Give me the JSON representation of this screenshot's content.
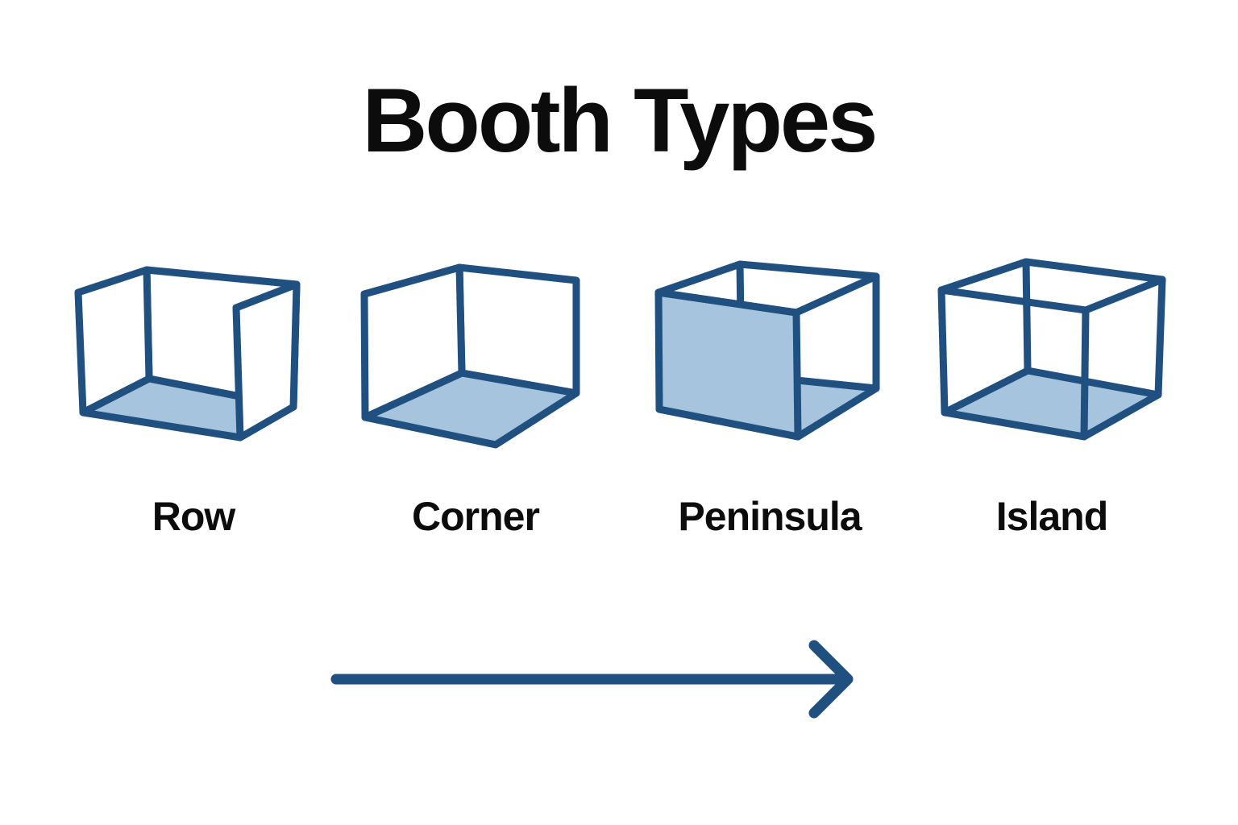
{
  "title": "Booth Types",
  "booths": [
    {
      "label": "Row",
      "icon": "row-booth-icon",
      "walls": "left, back and right walls; open front; shaded floor"
    },
    {
      "label": "Corner",
      "icon": "corner-booth-icon",
      "walls": "left and back walls; open front and right; shaded floor"
    },
    {
      "label": "Peninsula",
      "icon": "peninsula-booth-icon",
      "walls": "single solid front wall shaded; open sides; shaded floor"
    },
    {
      "label": "Island",
      "icon": "island-booth-icon",
      "walls": "no walls; full open wireframe; shaded floor"
    }
  ],
  "icons": {
    "arrow": "right-arrow-icon"
  },
  "colors": {
    "stroke": "#1f5080",
    "floor_fill": "#a7c4de",
    "wall_fill": "#ffffff",
    "ink": "#0c0c0c",
    "background": "#ffffff"
  }
}
